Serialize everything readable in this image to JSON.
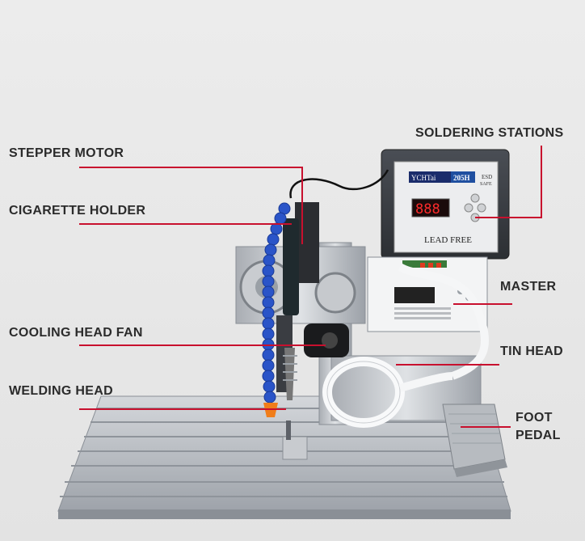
{
  "labels": {
    "stepper_motor": "STEPPER MOTOR",
    "cigarette_holder": "CIGARETTE HOLDER",
    "cooling_head_fan": "COOLING HEAD FAN",
    "welding_head": "WELDING HEAD",
    "soldering_stations": "SOLDERING STATIONS",
    "master": "MASTER",
    "tin_head": "TIN HEAD",
    "foot_pedal_line1": "FOOT",
    "foot_pedal_line2": "PEDAL"
  },
  "station": {
    "brand": "YCHTai",
    "model": "205H",
    "esd_line1": "ESD",
    "esd_line2": "SAFE",
    "display": "888",
    "footer": "LEAD FREE"
  },
  "colors": {
    "leader_line": "#c8102e",
    "station_body": "#3a3d42",
    "coolant_hose": "#2a54c8",
    "nozzle": "#f07d1a",
    "aluminum": "#b8bcc2"
  }
}
